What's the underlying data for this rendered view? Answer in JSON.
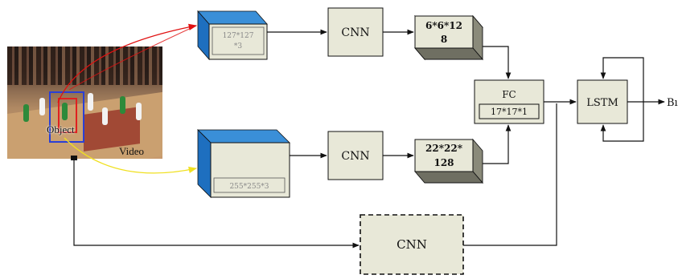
{
  "image": {
    "object_label": "Object",
    "video_label": "Video"
  },
  "crop_boxes": {
    "top_label_line1": "127*127",
    "top_label_line2": "*3",
    "bottom_label": "255*255*3"
  },
  "cnn_blocks": {
    "top": "CNN",
    "middle": "CNN",
    "bottom": "CNN"
  },
  "feature_maps": {
    "top_line1": "6*6*12",
    "top_line2": "8",
    "bottom_line1": "22*22*",
    "bottom_line2": "128"
  },
  "fc": {
    "label": "FC",
    "size": "17*17*1"
  },
  "lstm": {
    "label": "LSTM"
  },
  "output": {
    "label": "Bı"
  },
  "colors": {
    "box_fill": "#e8e8d8",
    "box_3d_top": "#3a8fd8",
    "box_3d_side": "#1e6fbf",
    "feature_side": "#8a8a7a",
    "arrow_red": "#e01010",
    "arrow_yellow": "#f0e020",
    "line": "#111111"
  }
}
